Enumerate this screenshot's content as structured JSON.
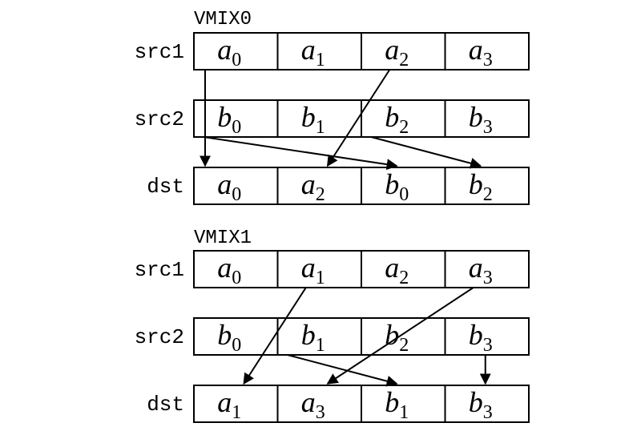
{
  "sections": [
    {
      "title": "VMIX0",
      "rows": [
        {
          "label": "src1",
          "cells": [
            {
              "base": "a",
              "sub": "0"
            },
            {
              "base": "a",
              "sub": "1"
            },
            {
              "base": "a",
              "sub": "2"
            },
            {
              "base": "a",
              "sub": "3"
            }
          ]
        },
        {
          "label": "src2",
          "cells": [
            {
              "base": "b",
              "sub": "0"
            },
            {
              "base": "b",
              "sub": "1"
            },
            {
              "base": "b",
              "sub": "2"
            },
            {
              "base": "b",
              "sub": "3"
            }
          ]
        },
        {
          "label": "dst",
          "cells": [
            {
              "base": "a",
              "sub": "0"
            },
            {
              "base": "a",
              "sub": "2"
            },
            {
              "base": "b",
              "sub": "0"
            },
            {
              "base": "b",
              "sub": "2"
            }
          ]
        }
      ],
      "arrows": [
        {
          "from_row": 0,
          "from_col": 0,
          "to_col": 0
        },
        {
          "from_row": 0,
          "from_col": 2,
          "to_col": 1
        },
        {
          "from_row": 1,
          "from_col": 0,
          "to_col": 2
        },
        {
          "from_row": 1,
          "from_col": 2,
          "to_col": 3
        }
      ]
    },
    {
      "title": "VMIX1",
      "rows": [
        {
          "label": "src1",
          "cells": [
            {
              "base": "a",
              "sub": "0"
            },
            {
              "base": "a",
              "sub": "1"
            },
            {
              "base": "a",
              "sub": "2"
            },
            {
              "base": "a",
              "sub": "3"
            }
          ]
        },
        {
          "label": "src2",
          "cells": [
            {
              "base": "b",
              "sub": "0"
            },
            {
              "base": "b",
              "sub": "1"
            },
            {
              "base": "b",
              "sub": "2"
            },
            {
              "base": "b",
              "sub": "3"
            }
          ]
        },
        {
          "label": "dst",
          "cells": [
            {
              "base": "a",
              "sub": "1"
            },
            {
              "base": "a",
              "sub": "3"
            },
            {
              "base": "b",
              "sub": "1"
            },
            {
              "base": "b",
              "sub": "3"
            }
          ]
        }
      ],
      "arrows": [
        {
          "from_row": 0,
          "from_col": 1,
          "to_col": 0
        },
        {
          "from_row": 0,
          "from_col": 3,
          "to_col": 1
        },
        {
          "from_row": 1,
          "from_col": 1,
          "to_col": 2
        },
        {
          "from_row": 1,
          "from_col": 3,
          "to_col": 3
        }
      ]
    }
  ]
}
